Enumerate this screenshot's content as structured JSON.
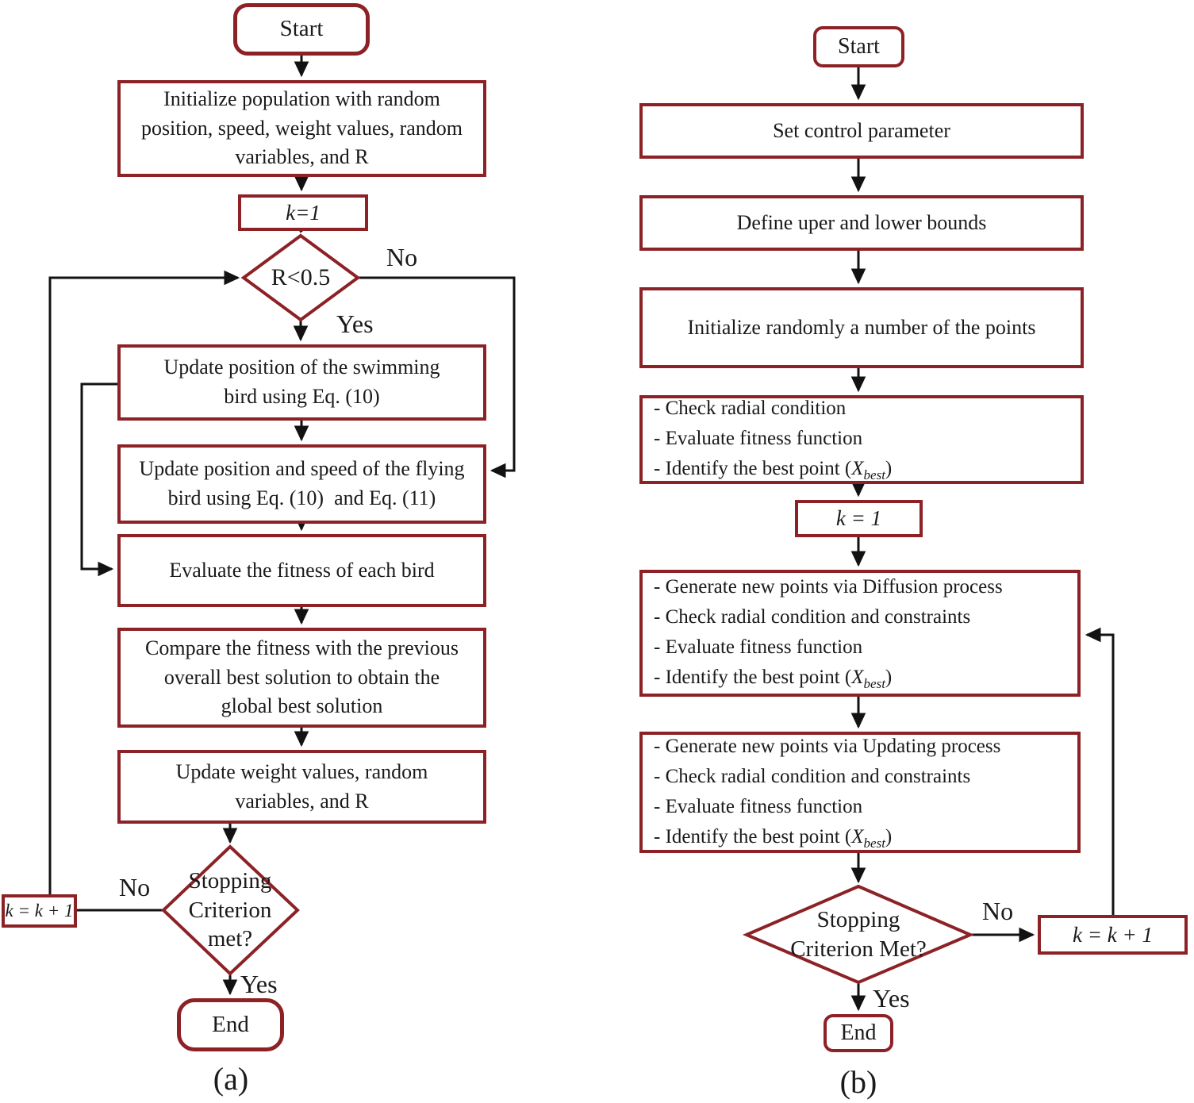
{
  "colors": {
    "box_border": "#8c2226",
    "connector": "#121212",
    "text": "#1a1a1a"
  },
  "a": {
    "caption": "(a)",
    "start": "Start",
    "init_lines": [
      "Initialize population with random",
      "position, speed, weight values, random",
      "variables, and R"
    ],
    "k1": "k=1",
    "decision_r": "R<0.5",
    "no": "No",
    "yes": "Yes",
    "swim_lines": [
      "Update position of the swimming",
      "bird using Eq. (10)"
    ],
    "fly_lines": [
      "Update position and speed of the flying",
      "bird using Eq. (10)  and Eq. (11)"
    ],
    "evaluate": "Evaluate the fitness of each bird",
    "compare_lines": [
      "Compare the fitness with the previous",
      "overall best solution to obtain the",
      "global best solution"
    ],
    "update_lines": [
      "Update weight values, random",
      "variables, and R"
    ],
    "stop_lines": [
      "Stopping",
      "Criterion",
      "met?"
    ],
    "kk1": "k = k + 1",
    "end": "End"
  },
  "b": {
    "caption": "(b)",
    "start": "Start",
    "set_control": "Set control parameter",
    "define_bounds": "Define uper and lower bounds",
    "init_points": "Initialize randomly a number of the points",
    "check_lines": [
      "- Check radial condition",
      "- Evaluate fitness function"
    ],
    "identify_prefix": "- Identify the best point (",
    "identify_x": "X",
    "identify_sub": "best",
    "identify_suffix": ")",
    "k1": "k = 1",
    "diffusion_lines": [
      "- Generate new points via Diffusion process",
      "- Check radial condition and constraints",
      "- Evaluate fitness function"
    ],
    "updating_lines": [
      "- Generate new points via Updating process",
      "- Check radial condition and constraints",
      "- Evaluate fitness function"
    ],
    "stop_lines": [
      "Stopping",
      "Criterion Met?"
    ],
    "kk1": "k = k + 1",
    "no": "No",
    "yes": "Yes",
    "end": "End"
  }
}
